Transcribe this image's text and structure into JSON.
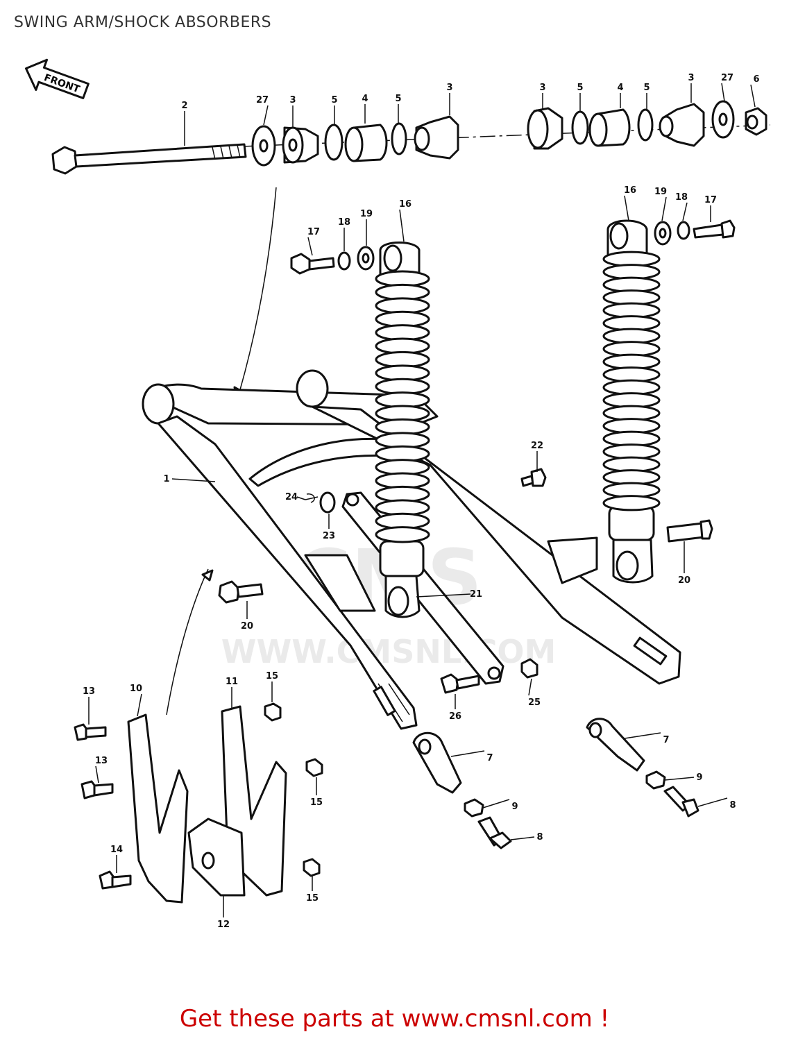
{
  "title": "SWING ARM/SHOCK ABSORBERS",
  "direction_arrow_label": "FRONT",
  "watermark_text": "WWW.CMSNL.COM",
  "watermark_logo_text": "CMS",
  "call_to_action": "Get these parts at www.cmsnl.com !",
  "colors": {
    "cta": "#cc0000",
    "lines": "#111111",
    "watermark": "#d9d9d9",
    "title": "#333333"
  },
  "callouts": [
    {
      "id": "c-2",
      "label": "2"
    },
    {
      "id": "c-27a",
      "label": "27"
    },
    {
      "id": "c-3a",
      "label": "3"
    },
    {
      "id": "c-5a",
      "label": "5"
    },
    {
      "id": "c-4a",
      "label": "4"
    },
    {
      "id": "c-5b",
      "label": "5"
    },
    {
      "id": "c-3b",
      "label": "3"
    },
    {
      "id": "c-3c",
      "label": "3"
    },
    {
      "id": "c-5c",
      "label": "5"
    },
    {
      "id": "c-4b",
      "label": "4"
    },
    {
      "id": "c-5d",
      "label": "5"
    },
    {
      "id": "c-3d",
      "label": "3"
    },
    {
      "id": "c-27b",
      "label": "27"
    },
    {
      "id": "c-6",
      "label": "6"
    },
    {
      "id": "c-17a",
      "label": "17"
    },
    {
      "id": "c-18a",
      "label": "18"
    },
    {
      "id": "c-19a",
      "label": "19"
    },
    {
      "id": "c-16a",
      "label": "16"
    },
    {
      "id": "c-16b",
      "label": "16"
    },
    {
      "id": "c-19b",
      "label": "19"
    },
    {
      "id": "c-18b",
      "label": "18"
    },
    {
      "id": "c-17b",
      "label": "17"
    },
    {
      "id": "c-22",
      "label": "22"
    },
    {
      "id": "c-1",
      "label": "1"
    },
    {
      "id": "c-24",
      "label": "24"
    },
    {
      "id": "c-23",
      "label": "23"
    },
    {
      "id": "c-20a",
      "label": "20"
    },
    {
      "id": "c-20b",
      "label": "20"
    },
    {
      "id": "c-21",
      "label": "21"
    },
    {
      "id": "c-13a",
      "label": "13"
    },
    {
      "id": "c-10",
      "label": "10"
    },
    {
      "id": "c-11",
      "label": "11"
    },
    {
      "id": "c-15a",
      "label": "15"
    },
    {
      "id": "c-26",
      "label": "26"
    },
    {
      "id": "c-25",
      "label": "25"
    },
    {
      "id": "c-13b",
      "label": "13"
    },
    {
      "id": "c-7a",
      "label": "7"
    },
    {
      "id": "c-7b",
      "label": "7"
    },
    {
      "id": "c-9a",
      "label": "9"
    },
    {
      "id": "c-9b",
      "label": "9"
    },
    {
      "id": "c-8a",
      "label": "8"
    },
    {
      "id": "c-8b",
      "label": "8"
    },
    {
      "id": "c-15b",
      "label": "15"
    },
    {
      "id": "c-14",
      "label": "14"
    },
    {
      "id": "c-15c",
      "label": "15"
    },
    {
      "id": "c-12",
      "label": "12"
    }
  ]
}
